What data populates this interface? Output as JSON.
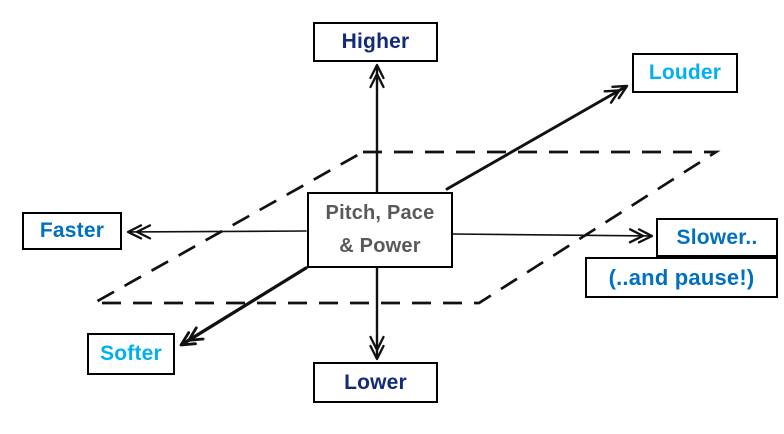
{
  "diagram": {
    "description": "Voice modulation diagram: Pitch, Pace & Power with six direction labels on three axes and a dashed plane",
    "center_box": {
      "line1": "Pitch, Pace",
      "line2": "& Power",
      "text_color": "#595959"
    },
    "nodes": {
      "higher": {
        "label": "Higher",
        "text_color": "#13297a",
        "arrow_direction": "up"
      },
      "lower": {
        "label": "Lower",
        "text_color": "#13297a",
        "arrow_direction": "down"
      },
      "faster": {
        "label": "Faster",
        "text_color": "#0070c0",
        "arrow_direction": "left"
      },
      "slower": {
        "label": "Slower..",
        "text_color": "#0070c0",
        "arrow_direction": "right"
      },
      "slower_note": {
        "label": "(..and pause!)",
        "text_color": "#0070c0"
      },
      "louder": {
        "label": "Louder",
        "text_color": "#00b0f0",
        "arrow_direction": "up-right"
      },
      "softer": {
        "label": "Softer",
        "text_color": "#00b0f0",
        "arrow_direction": "down-left"
      }
    },
    "line_color": "#111111",
    "box_border_color": "#000000",
    "spellcheck_underline_color": "#1db21d"
  }
}
